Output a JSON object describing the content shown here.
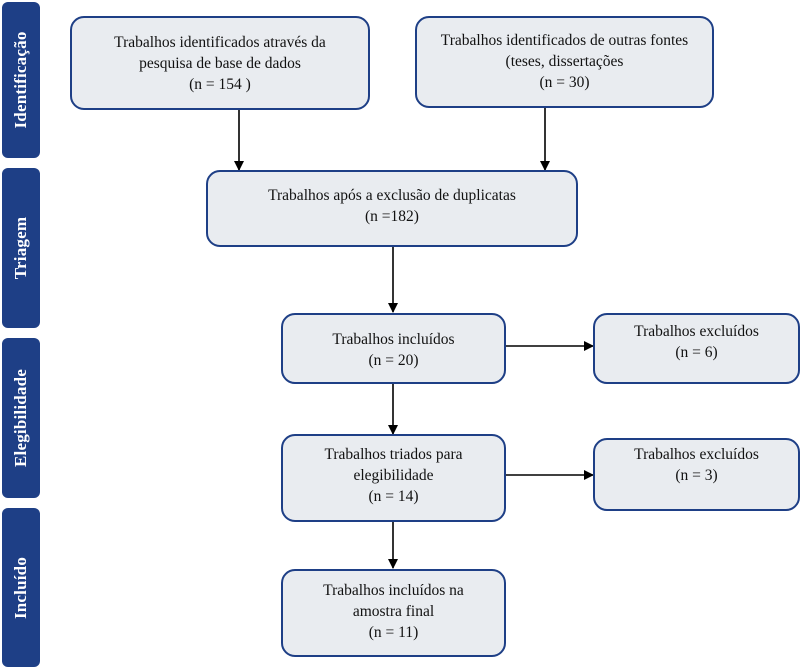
{
  "phases": {
    "identificacao": "Identificação",
    "triagem": "Triagem",
    "elegibilidade": "Elegibilidade",
    "incluido": "Incluído"
  },
  "boxes": {
    "database": {
      "line1": "Trabalhos identificados através da",
      "line2": "pesquisa de base de dados",
      "line3": "(n = 154 )"
    },
    "other_sources": {
      "line1": "Trabalhos identificados de outras fontes",
      "line2": "(teses, dissertações",
      "line3": "(n = 30)"
    },
    "after_duplicates": {
      "line1": "Trabalhos após a exclusão de duplicatas",
      "line2": "(n =182)"
    },
    "included": {
      "line1": "Trabalhos incluídos",
      "line2": "(n = 20)"
    },
    "excluded_1": {
      "line1": "Trabalhos excluídos",
      "line2": "(n = 6)"
    },
    "screened": {
      "line1": "Trabalhos triados para",
      "line2": "elegibilidade",
      "line3": "(n = 14)"
    },
    "excluded_2": {
      "line1": "Trabalhos excluídos",
      "line2": "(n = 3)"
    },
    "final": {
      "line1": "Trabalhos incluídos na",
      "line2": "amostra final",
      "line3": "(n = 11)"
    }
  },
  "colors": {
    "phase_fill": "#1e3f86",
    "box_border": "#1e3f86",
    "box_fill": "#e9ecf0",
    "arrow": "#000000"
  }
}
